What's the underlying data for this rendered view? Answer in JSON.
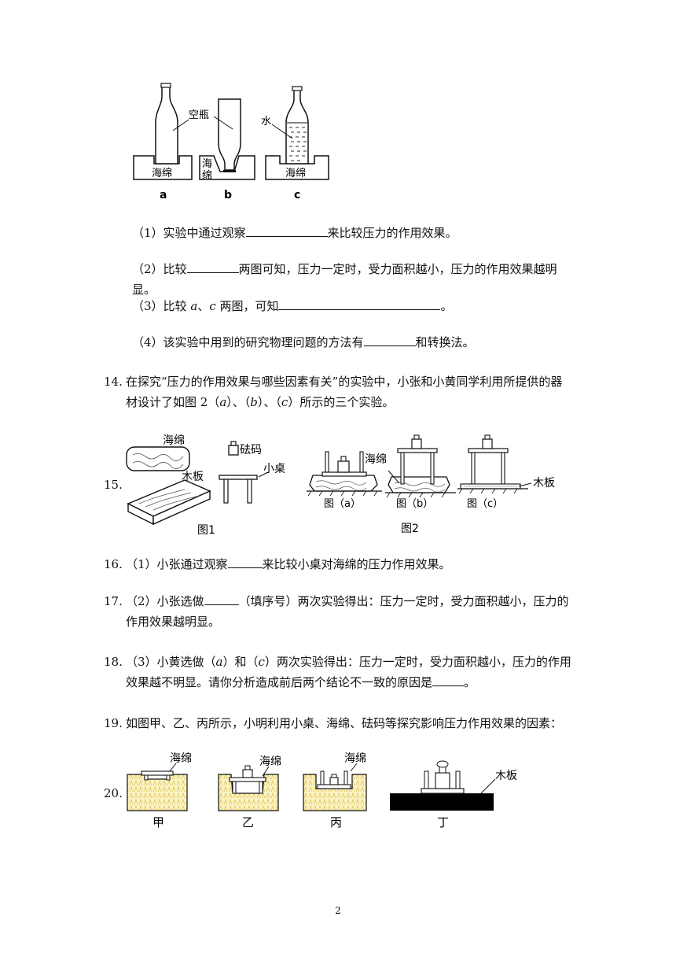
{
  "fig_bottles": {
    "label_empty_bottle": "空瓶",
    "label_water": "水",
    "label_sponge_a": "海绵",
    "label_sponge_b1": "海",
    "label_sponge_b2": "绵",
    "label_sponge_c": "海绵",
    "caption_a": "a",
    "caption_b": "b",
    "caption_c": "c"
  },
  "q13_subs": [
    {
      "pre": "（1）实验中通过观察",
      "post": "来比较压力的作用效果。"
    },
    {
      "pre": "（2）比较",
      "post": "两图可知，压力一定时，受力面积越小，压力的作用效果越明显。"
    },
    {
      "pre": "（3）比较 ",
      "var1": "a",
      "mid": "、",
      "var2": "c",
      "mid2": " 两图，可知",
      "post": "。"
    },
    {
      "pre": "（4）该实验中用到的研究物理问题的方法有",
      "post": "和转换法。"
    }
  ],
  "q14": {
    "number": "14.",
    "line1": "在探究“压力的作用效果与哪些因素有关”的实验中，小张和小黄同学利用所提供的器",
    "line2_pre": "材设计了如图 2（",
    "a": "a",
    "sep1": "）、（",
    "b": "b",
    "sep2": "）、（",
    "c": "c",
    "line2_post": "）所示的三个实验。"
  },
  "q15": {
    "number": "15.",
    "label_sponge": "海绵",
    "label_weight": "砝码",
    "label_board": "木板",
    "label_table": "小桌",
    "fig1_caption": "图1",
    "fig2_caption": "图2",
    "cap_a": "图（a）",
    "cap_b": "图（b）",
    "cap_c": "图（c）",
    "label_sponge2": "海绵",
    "label_board2": "木板"
  },
  "q16": {
    "number": "16.",
    "pre": "（1）小张通过观察",
    "post": "来比较小桌对海绵的压力作用效果。"
  },
  "q17": {
    "number": "17.",
    "pre": "（2）小张选做",
    "post": "（填序号）两次实验得出：压力一定时，受力面积越小，压力的",
    "line2": "作用效果越明显。"
  },
  "q18": {
    "number": "18.",
    "pre": "（3）小黄选做（",
    "a": "a",
    "mid": "）和（",
    "c": "c",
    "post": "）两次实验得出：压力一定时，受力面积越小，压力的作用",
    "line2_pre": "效果越不明显。请你分析造成前后两个结论不一致的原因是",
    "line2_post": "。"
  },
  "q19": {
    "number": "19.",
    "text": "如图甲、乙、丙所示，小明利用小桌、海绵、砝码等探究影响压力作用效果的因素："
  },
  "q20": {
    "number": "20.",
    "label_sponge_1": "海绵",
    "label_sponge_2": "海绵",
    "label_sponge_3": "海绵",
    "label_board": "木板",
    "cap_jia": "甲",
    "cap_yi": "乙",
    "cap_bing": "丙",
    "cap_ding": "丁"
  },
  "page_number": "2",
  "colors": {
    "sponge_fill": "#fbf3c4",
    "sponge_hatch": "#e2c65a",
    "board": "#000000"
  }
}
